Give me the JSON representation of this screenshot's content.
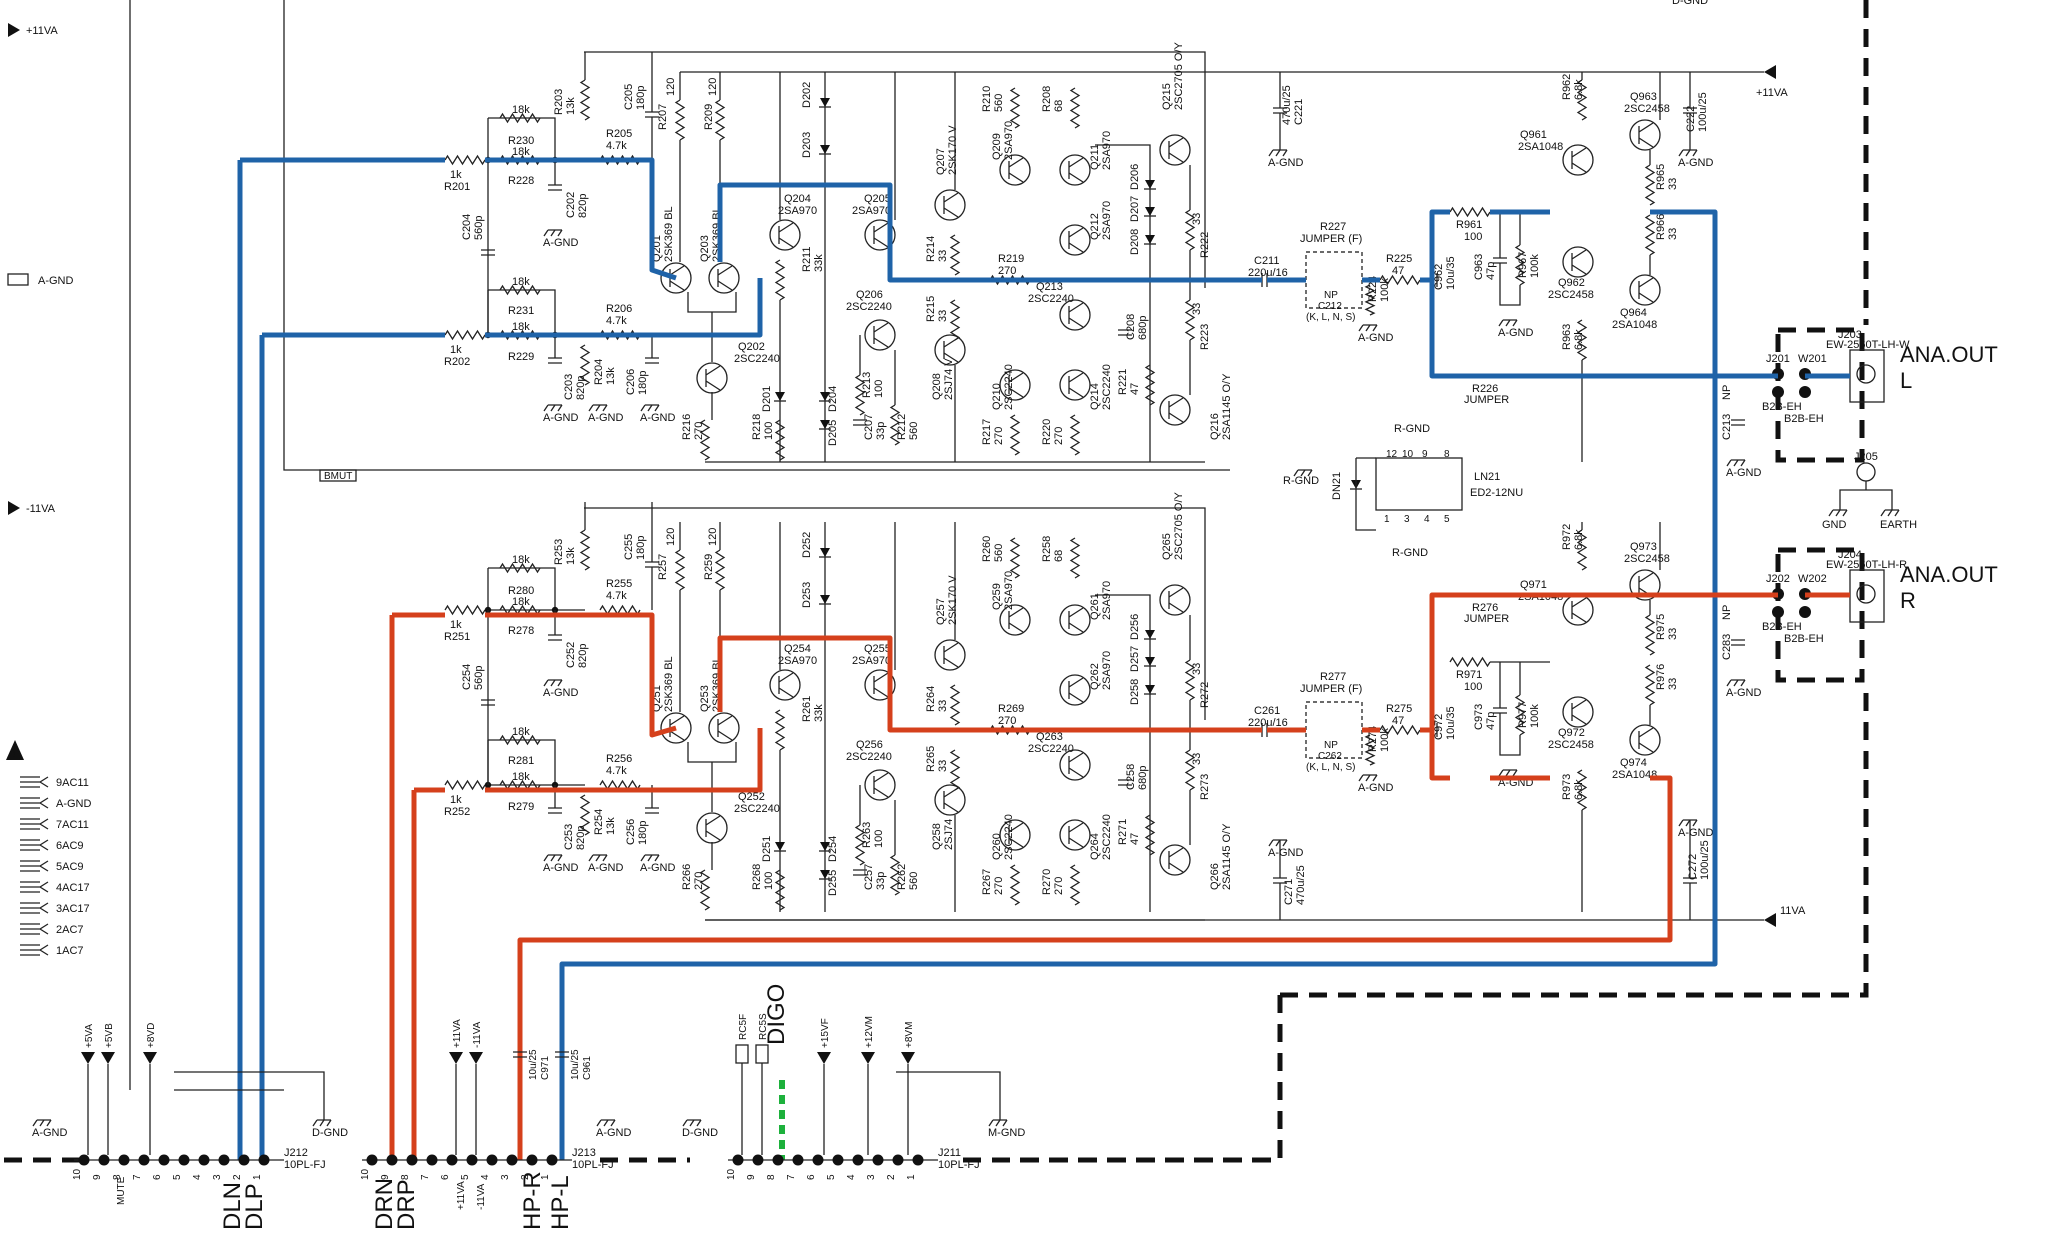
{
  "rails": {
    "p11va_left": "+11VA",
    "agnd_left": "A-GND",
    "m11va_left": "-11VA",
    "p11va_right": "+11VA",
    "m11va_right": "11VA",
    "bmut": "BMUT"
  },
  "ac_labels": [
    "9AC11",
    "A-GND",
    "7AC11",
    "6AC9",
    "5AC9",
    "4AC17",
    "3AC17",
    "2AC7",
    "1AC7"
  ],
  "upper": {
    "resistors": {
      "R201": "1k",
      "R202": "1k",
      "R230": "18k",
      "R228": "18k",
      "R231": "18k",
      "R229": "18k",
      "R203": "13k",
      "R205": "4.7k",
      "R206": "4.7k",
      "R204": "13k",
      "R207": "120",
      "R209": "120",
      "R211": "33k",
      "R213": "100",
      "R212": "560",
      "R210": "560",
      "R208": "68",
      "R214": "33",
      "R215": "33",
      "R218": "100",
      "R216": "270",
      "R219": "270",
      "R217": "270",
      "R220": "270",
      "R221": "47",
      "R222": "33",
      "R223": "33",
      "R225": "47",
      "R224": "100k",
      "R961": "100",
      "R967": "100k",
      "R962": "6.8k",
      "R963": "6.8k",
      "R965": "33",
      "R966": "33"
    },
    "capacitors": {
      "C205": "180p",
      "C202": "820p",
      "C204": "560p",
      "C203": "820p",
      "C206": "180p",
      "C207": "33p",
      "C208": "680p",
      "C211": "220u/16",
      "C962": "10u/35",
      "C963": "47p",
      "C221": "470u/25",
      "C222": "100u/25",
      "C213": "NP"
    },
    "transistors": {
      "Q201": "2SK369 BL",
      "Q203": "2SK369 BL",
      "Q202": "2SC2240",
      "Q204": "2SA970",
      "Q205": "2SA970",
      "Q206": "2SC2240",
      "Q207": "2SK170 V",
      "Q208": "2SJ74 V",
      "Q209": "2SA970",
      "Q211": "2SA970",
      "Q212": "2SA970",
      "Q210": "2SC2240",
      "Q213": "2SC2240",
      "Q214": "2SC2240",
      "Q215": "2SC2705 O/Y",
      "Q216": "2SA1145 O/Y",
      "Q961": "2SA1048",
      "Q963": "2SC2458",
      "Q962": "2SC2458",
      "Q964": "2SA1048"
    },
    "diodes": [
      "D202",
      "D203",
      "D201",
      "D204",
      "D205",
      "D206",
      "D207",
      "D208"
    ],
    "jumper_r227": "R227",
    "jumper_r227_label": "JUMPER (F)",
    "jumper_r227_np": "NP",
    "jumper_r227_part": "C212",
    "jumper_r227_variants": "(K, L, N, S)",
    "r226": "R226",
    "r226_label": "JUMPER"
  },
  "lower": {
    "resistors": {
      "R251": "1k",
      "R252": "1k",
      "R280": "18k",
      "R278": "18k",
      "R281": "18k",
      "R279": "18k",
      "R253": "13k",
      "R255": "4.7k",
      "R256": "4.7k",
      "R254": "13k",
      "R257": "120",
      "R259": "120",
      "R261": "33k",
      "R263": "100",
      "R262": "560",
      "R260": "560",
      "R258": "68",
      "R264": "33",
      "R265": "33",
      "R268": "100",
      "R266": "270",
      "R269": "270",
      "R267": "270",
      "R270": "270",
      "R271": "47",
      "R272": "33",
      "R273": "33",
      "R275": "47",
      "R274": "100k",
      "R971": "100",
      "R977": "100k",
      "R972": "6.8k",
      "R973": "6.8k",
      "R975": "33",
      "R976": "33"
    },
    "capacitors": {
      "C255": "180p",
      "C252": "820p",
      "C254": "560p",
      "C253": "820p",
      "C256": "180p",
      "C257": "33p",
      "C258": "680p",
      "C261": "220u/16",
      "C972": "10u/35",
      "C973": "47p",
      "C271": "470u/25",
      "C272": "100u/25",
      "C283": "NP"
    },
    "transistors": {
      "Q251": "2SK369 BL",
      "Q253": "2SK369 BL",
      "Q252": "2SC2240",
      "Q254": "2SA970",
      "Q255": "2SA970",
      "Q256": "2SC2240",
      "Q257": "2SK170 V",
      "Q258": "2SJ74",
      "Q259": "2SA970",
      "Q261": "2SA970",
      "Q262": "2SA970",
      "Q260": "2SC2240",
      "Q263": "2SC2240",
      "Q264": "2SC2240",
      "Q265": "2SC2705 O/Y",
      "Q266": "2SA1145 O/Y",
      "Q971": "2SA1048",
      "Q973": "2SC2458",
      "Q972": "2SC2458",
      "Q974": "2SA1048"
    },
    "diodes": [
      "D252",
      "D253",
      "D251",
      "D254",
      "D255",
      "D256",
      "D257",
      "D258"
    ],
    "jumper_r277": "R277",
    "jumper_r277_label": "JUMPER (F)",
    "jumper_r277_np": "NP",
    "jumper_r277_part": "C262",
    "jumper_r277_variants": "(K, L, N, S)",
    "r276": "R276",
    "r276_label": "JUMPER"
  },
  "relay": {
    "ref": "LN21",
    "part": "ED2-12NU",
    "diode": "DN21",
    "gnd_top": "R-GND",
    "gnd_left": "R-GND",
    "gnd_bottom": "R-GND",
    "pins_top": [
      "12",
      "10",
      "9",
      "8"
    ],
    "pins_bottom": [
      "1",
      "3",
      "4",
      "5"
    ]
  },
  "outputs": {
    "left": {
      "jack": "J203",
      "part": "EW-2560T-LH-W",
      "label1": "ANA.OUT",
      "label2": "L",
      "j": "J201",
      "w": "W201",
      "jpart": "B2B-EH",
      "wpart": "B2B-EH"
    },
    "right": {
      "jack": "J204",
      "part": "EW-2560T-LH-R",
      "label1": "ANA.OUT",
      "label2": "R",
      "j": "J202",
      "w": "W202",
      "jpart": "B2B-EH",
      "wpart": "B2B-EH"
    },
    "earth_jack": "J205",
    "gnd": "GND",
    "earth": "EARTH"
  },
  "connectors": {
    "j212": {
      "ref": "J212",
      "part": "10PL-FJ",
      "pins": [
        "10",
        "9",
        "8",
        "7",
        "6",
        "5",
        "4",
        "3",
        "2",
        "1"
      ],
      "mute": "MUTE",
      "signals": [
        "DLN",
        "DLP"
      ],
      "supplies": [
        "+5VA",
        "+5VB",
        "+8VD"
      ],
      "gnd_a": "A-GND",
      "gnd_d": "D-GND"
    },
    "j213": {
      "ref": "J213",
      "part": "10PL-FJ",
      "pins": [
        "10",
        "9",
        "8",
        "7",
        "6",
        "5",
        "4",
        "3",
        "2",
        "1"
      ],
      "signals_left": [
        "DRN",
        "DRP"
      ],
      "supplies": [
        "+11VA",
        "-11VA"
      ],
      "signals_right": [
        "HP-R",
        "HP-L"
      ],
      "pin_labels": [
        "+11VA",
        "-11VA"
      ],
      "c971": "C971",
      "c971_val": "10u/25",
      "c961": "C961",
      "c961_val": "10u/25",
      "gnd": "A-GND"
    },
    "j211": {
      "ref": "J211",
      "part": "10PL-FJ",
      "pins": [
        "10",
        "9",
        "8",
        "7",
        "6",
        "5",
        "4",
        "3",
        "2",
        "1"
      ],
      "signal": "DIGO",
      "ctrl": [
        "RC5F",
        "RC5S"
      ],
      "supplies": [
        "+15VF",
        "+12VM",
        "+8VM"
      ],
      "gnd_d": "D-GND",
      "gnd_m": "M-GND"
    }
  },
  "gnd_labels": {
    "agnd": "A-GND",
    "dgnd_top": "D-GND"
  },
  "colors": {
    "left_channel": "#1f63a8",
    "right_channel": "#d5401c",
    "digital": "#1db13c",
    "line": "#222222"
  }
}
